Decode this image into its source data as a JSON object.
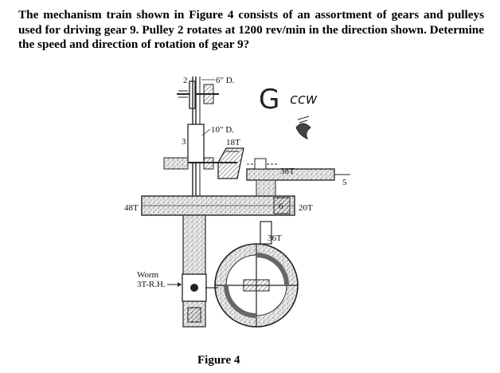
{
  "problem": {
    "text": "The mechanism train shown in Figure 4 consists of an assortment of gears and pulleys used for driving gear 9. Pulley 2 rotates at 1200 rev/min in the direction shown. Determine the speed and direction of rotation of gear 9?"
  },
  "figure": {
    "labels": {
      "pulley2_num": "2",
      "pulley2_dia": "6\" D.",
      "pulley3_num": "3",
      "pulley3_dia": "10\" D.",
      "gear18": "18T",
      "gear38": "38T",
      "gear5": "5",
      "gear48": "48T",
      "gear6": "6",
      "gear20": "20T",
      "gear36": "36T",
      "worm_line1": "Worm",
      "worm_line2": "3T-R.H."
    },
    "handwriting": {
      "g": "G",
      "ccw": "ccw"
    },
    "caption": "Figure 4"
  }
}
